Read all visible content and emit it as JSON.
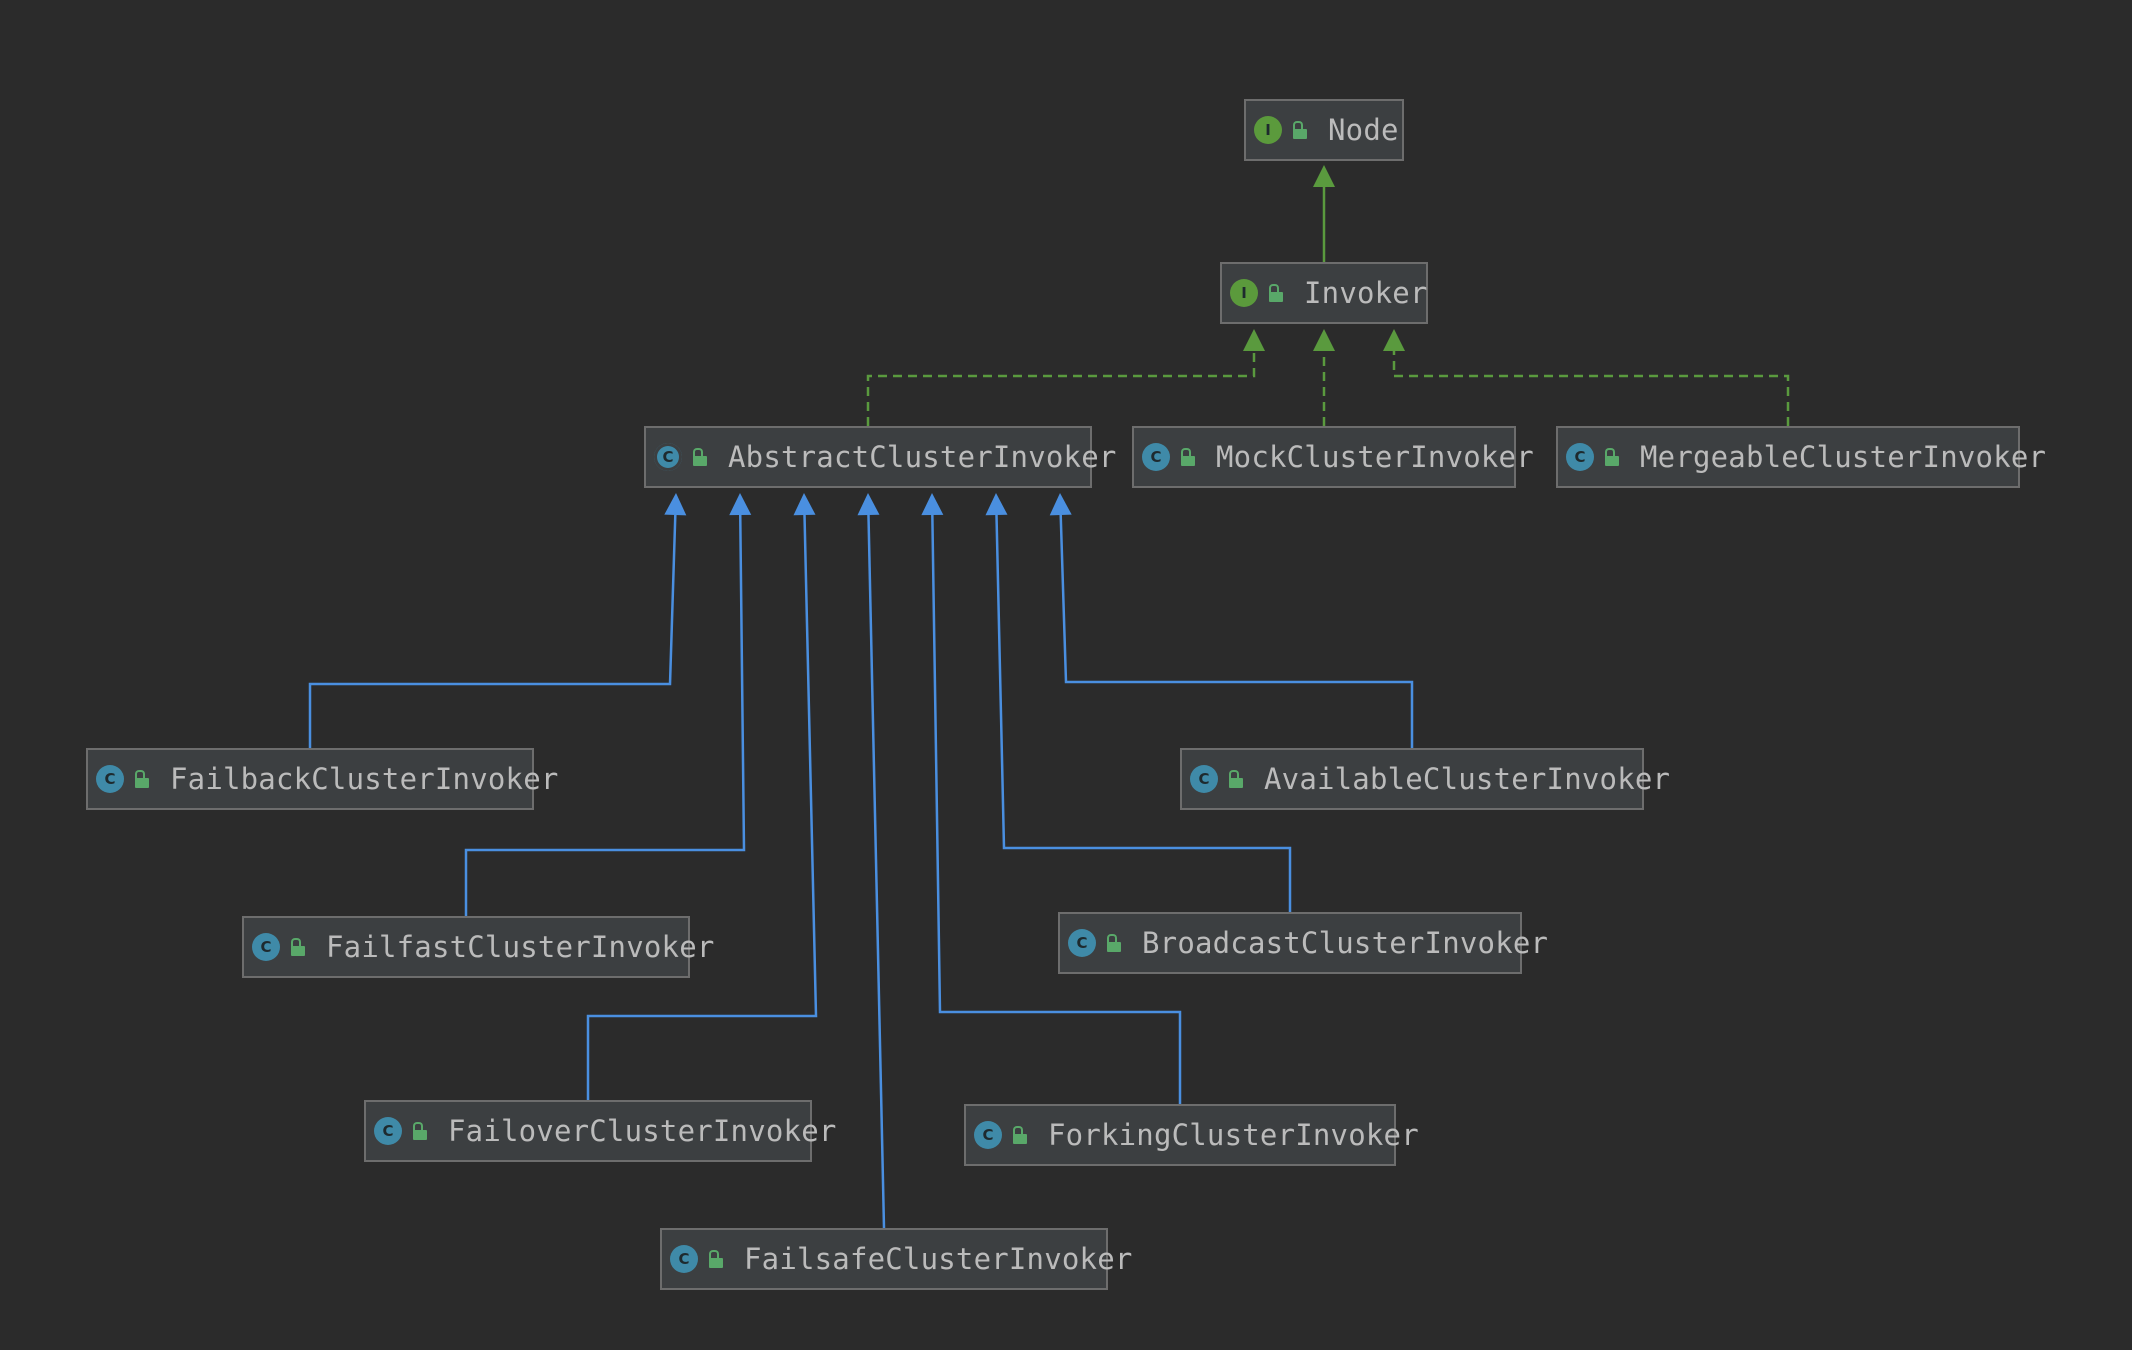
{
  "colors": {
    "background": "#2b2b2b",
    "node_fill": "#3c3f41",
    "node_border": "#6d6d6d",
    "text": "#bbbbbb",
    "class_badge": "#3f8aa8",
    "interface_badge": "#5b9a3c",
    "realization_edge": "#5a9a3e",
    "extends_edge": "#4a8fe0"
  },
  "nodes": [
    {
      "id": "node",
      "label": "Node",
      "kind": "interface",
      "badge": "I"
    },
    {
      "id": "invoker",
      "label": "Invoker",
      "kind": "interface",
      "badge": "I"
    },
    {
      "id": "abstract",
      "label": "AbstractClusterInvoker",
      "kind": "abstract",
      "badge": "C"
    },
    {
      "id": "mock",
      "label": "MockClusterInvoker",
      "kind": "class",
      "badge": "C"
    },
    {
      "id": "mergeable",
      "label": "MergeableClusterInvoker",
      "kind": "class",
      "badge": "C"
    },
    {
      "id": "failback",
      "label": "FailbackClusterInvoker",
      "kind": "class",
      "badge": "C"
    },
    {
      "id": "failfast",
      "label": "FailfastClusterInvoker",
      "kind": "class",
      "badge": "C"
    },
    {
      "id": "failover",
      "label": "FailoverClusterInvoker",
      "kind": "class",
      "badge": "C"
    },
    {
      "id": "failsafe",
      "label": "FailsafeClusterInvoker",
      "kind": "class",
      "badge": "C"
    },
    {
      "id": "forking",
      "label": "ForkingClusterInvoker",
      "kind": "class",
      "badge": "C"
    },
    {
      "id": "broadcast",
      "label": "BroadcastClusterInvoker",
      "kind": "class",
      "badge": "C"
    },
    {
      "id": "available",
      "label": "AvailableClusterInvoker",
      "kind": "class",
      "badge": "C"
    }
  ],
  "edges": [
    {
      "from": "invoker",
      "to": "node",
      "type": "extends-interface"
    },
    {
      "from": "abstract",
      "to": "invoker",
      "type": "implements"
    },
    {
      "from": "mock",
      "to": "invoker",
      "type": "implements"
    },
    {
      "from": "mergeable",
      "to": "invoker",
      "type": "implements"
    },
    {
      "from": "failback",
      "to": "abstract",
      "type": "extends"
    },
    {
      "from": "failfast",
      "to": "abstract",
      "type": "extends"
    },
    {
      "from": "failover",
      "to": "abstract",
      "type": "extends"
    },
    {
      "from": "failsafe",
      "to": "abstract",
      "type": "extends"
    },
    {
      "from": "forking",
      "to": "abstract",
      "type": "extends"
    },
    {
      "from": "broadcast",
      "to": "abstract",
      "type": "extends"
    },
    {
      "from": "available",
      "to": "abstract",
      "type": "extends"
    }
  ]
}
